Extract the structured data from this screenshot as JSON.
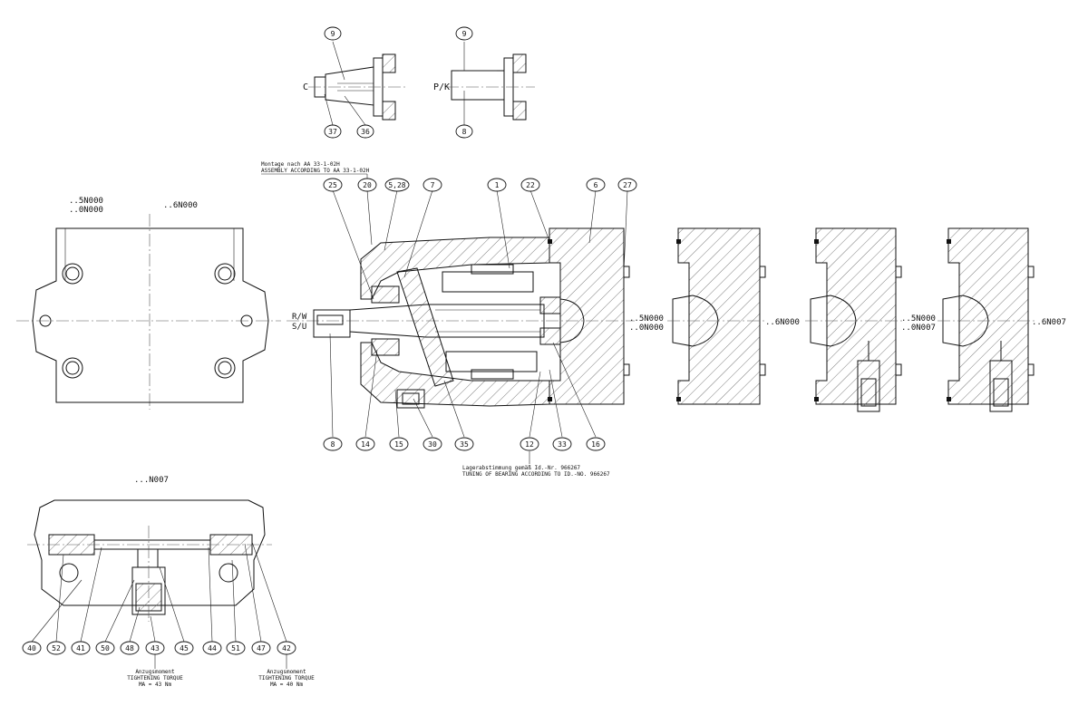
{
  "labels": {
    "C": "C",
    "PK": "P/K",
    "RW": "R/W",
    "SU": "S/U",
    "v5N000a": "..5N000",
    "v0N000a": "..0N000",
    "v6N000a": "..6N000",
    "v5N000b": "..5N000",
    "v0N000b": "..0N000",
    "v6N000b": "..6N000",
    "v5N000c": "..5N000",
    "v0N007": "..0N007",
    "v6N007": "..6N007",
    "vN007": "...N007"
  },
  "notes": {
    "montage_de": "Montage nach AA 33-1-02H",
    "montage_en": "ASSEMBLY ACCORDING TO AA 33-1-02H",
    "lager_de": "Lagerabstimmung gemäß Id.-Nr. 966267",
    "lager_en": "TUNING OF BEARING ACCORDING TO ID.-NO. 966267",
    "torque1_de": "Anzugsmoment",
    "torque1_en": "TIGHTENING TORQUE",
    "torque1_val": "MA = 43 Nm",
    "torque2_de": "Anzugsmoment",
    "torque2_en": "TIGHTENING TORQUE",
    "torque2_val": "MA = 40 Nm"
  },
  "bubbles": {
    "b9a": "9",
    "b37": "37",
    "b36": "36",
    "b9b": "9",
    "b8top": "8",
    "b25": "25",
    "b20": "20",
    "b528": "5,28",
    "b7": "7",
    "b1": "1",
    "b22": "22",
    "b6": "6",
    "b27": "27",
    "b8": "8",
    "b14": "14",
    "b15": "15",
    "b30": "30",
    "b35": "35",
    "b12": "12",
    "b33": "33",
    "b16": "16",
    "b40": "40",
    "b52": "52",
    "b41": "41",
    "b50": "50",
    "b48": "48",
    "b43": "43",
    "b45": "45",
    "b44": "44",
    "b51": "51",
    "b47": "47",
    "b42": "42"
  }
}
